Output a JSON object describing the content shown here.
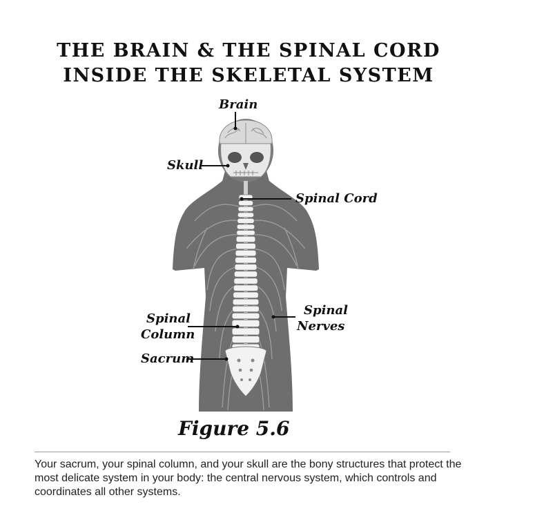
{
  "header": {
    "title_line1": "THE BRAIN & THE SPINAL CORD",
    "title_line2": "INSIDE THE SKELETAL SYSTEM"
  },
  "labels": {
    "brain": "Brain",
    "skull": "Skull",
    "spinal_cord": "Spinal Cord",
    "spinal_column_line1": "Spinal",
    "spinal_column_line2": "Column",
    "spinal_nerves_line1": "Spinal",
    "spinal_nerves_line2": "Nerves",
    "sacrum": "Sacrum"
  },
  "figure_caption": "Figure 5.6",
  "body_text": "Your sacrum, your spinal column, and your skull are the bony structures that protect the most delicate system in your body: the central nervous system, which controls and coordinates all other systems.",
  "colors": {
    "body_fill": "#6e6e6e",
    "nerve": "#9c9c9c",
    "bone": "#f2f2f2",
    "ink": "#111111"
  }
}
